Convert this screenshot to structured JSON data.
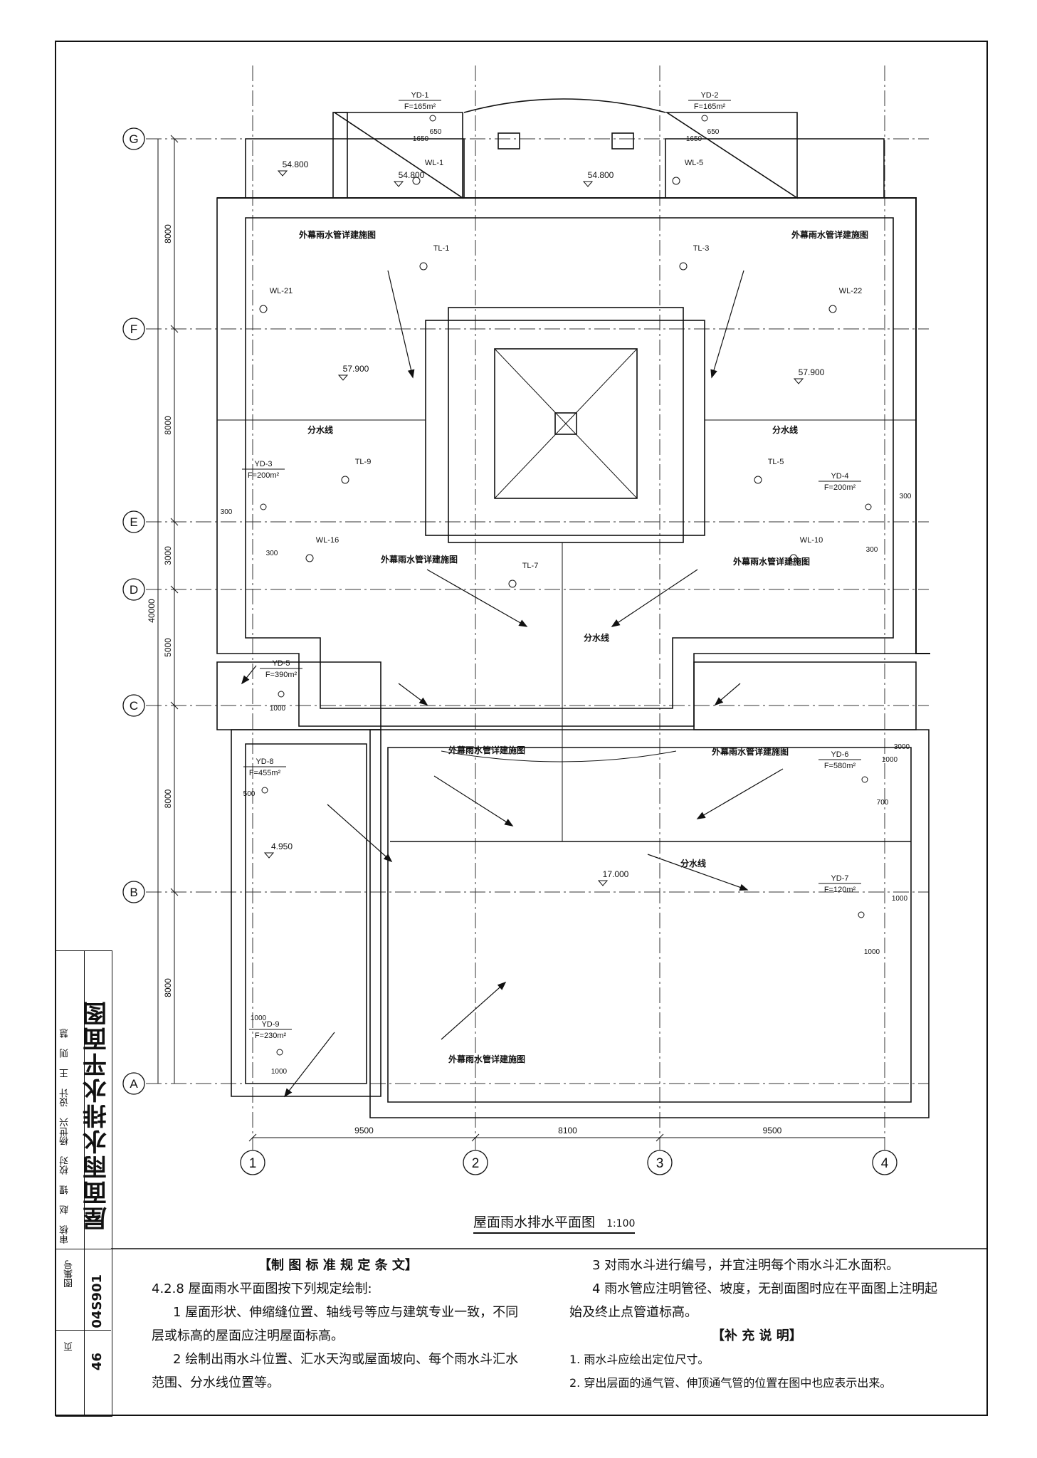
{
  "title": {
    "main": "屋面雨水排水平面图",
    "scale": "1:100"
  },
  "axes_rows": [
    "G",
    "F",
    "E",
    "D",
    "C",
    "B",
    "A"
  ],
  "axes_cols": [
    "1",
    "2",
    "3",
    "4"
  ],
  "dims_vertical": [
    "8000",
    "8000",
    "3000",
    "5000",
    "8000",
    "8000",
    "40000"
  ],
  "dims_horizontal": [
    "9500",
    "8100",
    "9500"
  ],
  "roof_drains": [
    {
      "id": "YD-1",
      "area": "F=165m²"
    },
    {
      "id": "YD-2",
      "area": "F=165m²"
    },
    {
      "id": "YD-3",
      "area": "F=200m²"
    },
    {
      "id": "YD-4",
      "area": "F=200m²"
    },
    {
      "id": "YD-5",
      "area": "F=390m²"
    },
    {
      "id": "YD-6",
      "area": "F=580m²"
    },
    {
      "id": "YD-7",
      "area": "F=120m²"
    },
    {
      "id": "YD-8",
      "area": "F=455m²"
    },
    {
      "id": "YD-9",
      "area": "F=230m²"
    }
  ],
  "pipes": [
    "WL-1",
    "WL-5",
    "WL-21",
    "WL-22",
    "WL-16",
    "WL-10",
    "TL-1",
    "TL-3",
    "TL-9",
    "TL-5",
    "TL-7"
  ],
  "elevations": [
    "54.800",
    "54.800",
    "54.800",
    "57.900",
    "57.900",
    "4.950",
    "17.000"
  ],
  "local_dims": [
    "1650",
    "1650",
    "650",
    "650",
    "300",
    "300",
    "300",
    "300",
    "1000",
    "1000",
    "500",
    "700",
    "1000",
    "1000",
    "1000",
    "1000",
    "3000"
  ],
  "notes": {
    "ext_pipe": "外幕雨水管详建施图",
    "divide": "分水线"
  },
  "standard": {
    "heading": "【制 图 标 准 规 定 条 文】",
    "p1": "4.2.8 屋面雨水平面图按下列规定绘制:",
    "p2": "1 屋面形状、伸缩缝位置、轴线号等应与建筑专业一致，不同",
    "p3": "层或标高的屋面应注明屋面标高。",
    "p4": "2 绘制出雨水斗位置、汇水天沟或屋面坡向、每个雨水斗汇水",
    "p5": "范围、分水线位置等。",
    "p6": "3 对雨水斗进行编号，并宜注明每个雨水斗汇水面积。",
    "p7": "4 雨水管应注明管径、坡度，无剖面图时应在平面图上注明起",
    "p8": "始及终止点管道标高。"
  },
  "supplement": {
    "heading": "【补 充 说 明】",
    "n1": "1. 雨水斗应绘出定位尺寸。",
    "n2": "2. 穿出层面的通气管、伸顶通气管的位置在图中也应表示出来。"
  },
  "sidebar": {
    "title": "屋面雨水排水平面图",
    "roles": "审核 赵 锂 校对 杨世兴 设计 王 则 慧",
    "drawing_no_label": "图集号",
    "drawing_no": "04S901",
    "page_label": "页",
    "page": "46"
  }
}
